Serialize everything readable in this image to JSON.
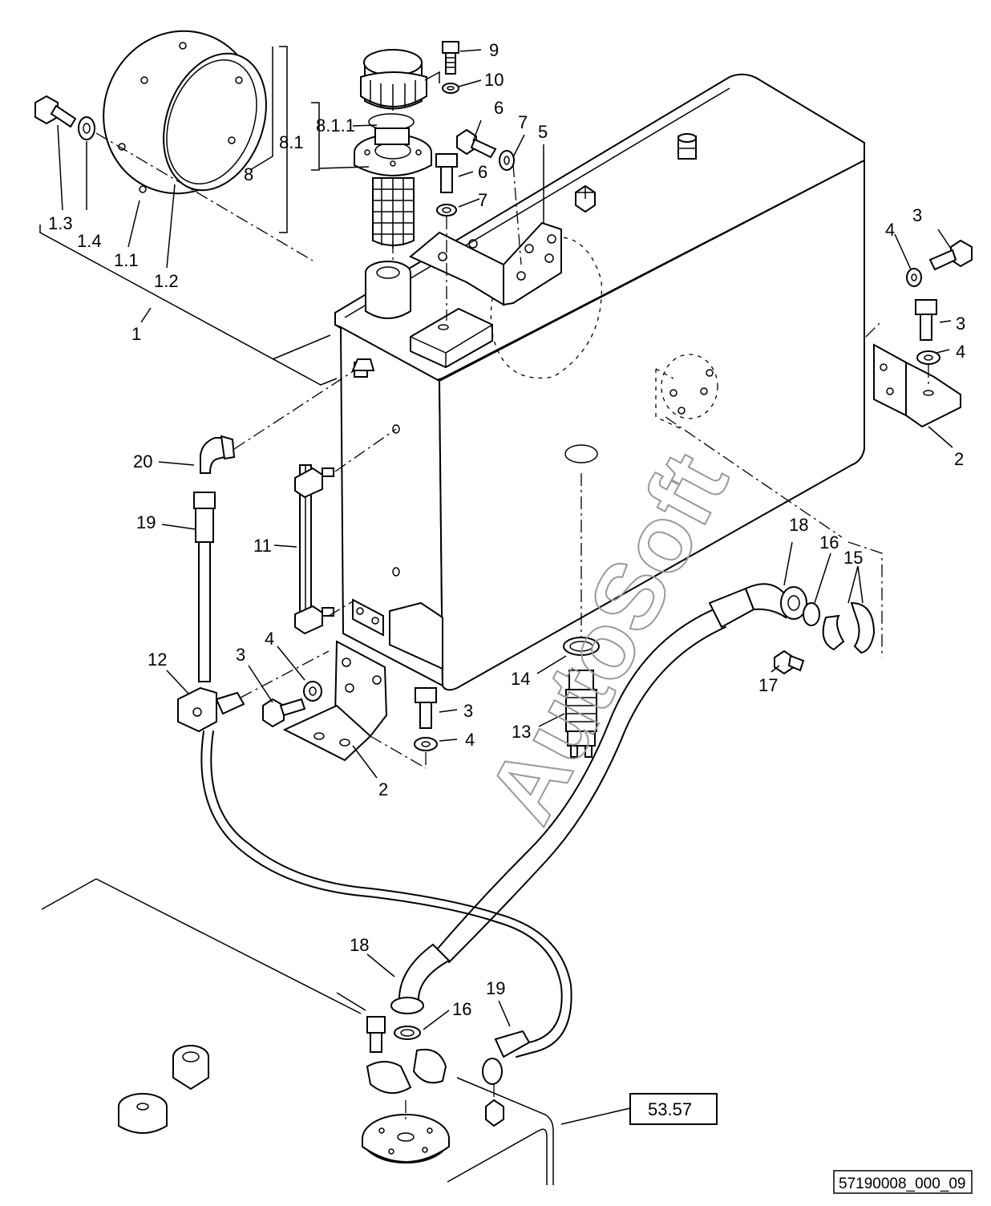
{
  "watermark": "AutoSoft",
  "reference_box": "53.57",
  "figure_id": "57190008_000_09",
  "callouts": {
    "c_9": "9",
    "c_10": "10",
    "c_8_1_1": "8.1.1",
    "c_8_1": "8.1",
    "c_8": "8",
    "c_6a": "6",
    "c_7a": "7",
    "c_5": "5",
    "c_6b": "6",
    "c_7b": "7",
    "c_1_3": "1.3",
    "c_1_4": "1.4",
    "c_1_1": "1.1",
    "c_1_2": "1.2",
    "c_1": "1",
    "c_3a": "3",
    "c_4a": "4",
    "c_3b": "3",
    "c_4b": "4",
    "c_2a": "2",
    "c_20": "20",
    "c_19a": "19",
    "c_11": "11",
    "c_18a": "18",
    "c_16a": "16",
    "c_15": "15",
    "c_12": "12",
    "c_3c": "3",
    "c_4c": "4",
    "c_3d": "3",
    "c_4d": "4",
    "c_2b": "2",
    "c_14": "14",
    "c_13": "13",
    "c_17": "17",
    "c_18b": "18",
    "c_16b": "16",
    "c_19b": "19"
  }
}
